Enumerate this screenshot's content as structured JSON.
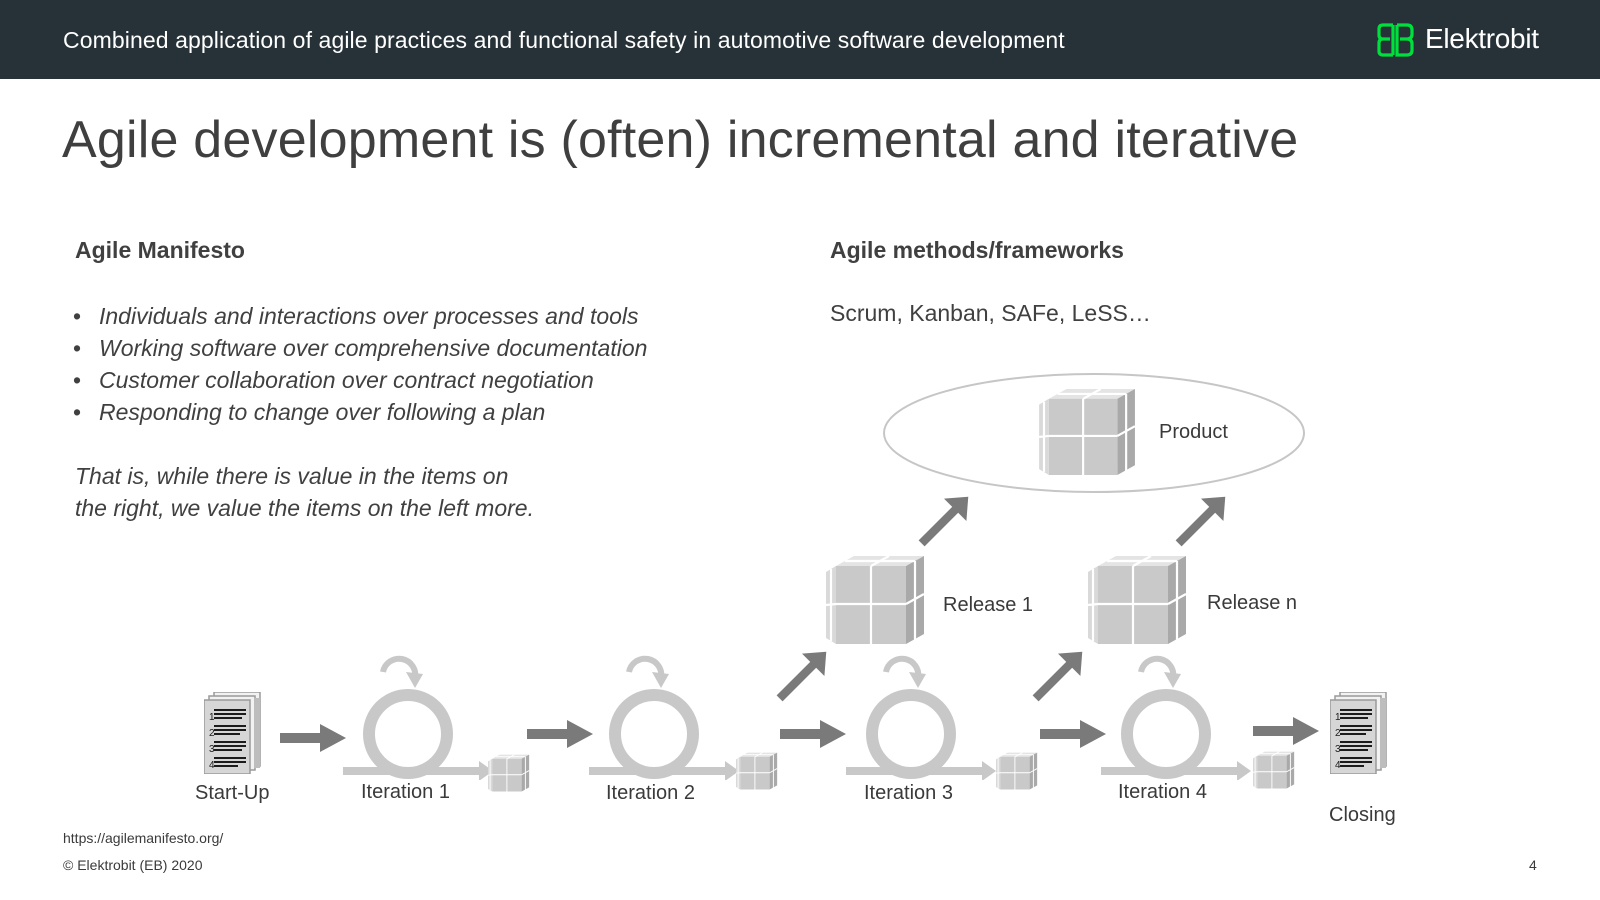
{
  "header": {
    "title": "Combined application of agile practices and functional safety in automotive software development",
    "logo_text": "Elektrobit",
    "brand_color": "#00e03c",
    "bar_color": "#263238"
  },
  "slide": {
    "title": "Agile development is (often) incremental and iterative"
  },
  "manifesto": {
    "heading": "Agile Manifesto",
    "values": [
      "Individuals and interactions over processes and tools",
      "Working software over comprehensive documentation",
      "Customer collaboration over contract negotiation",
      "Responding to change over following a plan"
    ],
    "note_line_1": "That is, while there is value in the items on",
    "note_line_2": "the right, we value the items on the left more."
  },
  "methods": {
    "heading": "Agile methods/frameworks",
    "text": "Scrum, Kanban, SAFe, LeSS…"
  },
  "diagram": {
    "product_label": "Product",
    "release_1_label": "Release 1",
    "release_n_label": "Release n",
    "start_label": "Start-Up",
    "iterations": [
      "Iteration 1",
      "Iteration 2",
      "Iteration 3",
      "Iteration 4"
    ],
    "closing_label": "Closing",
    "doc_numbers": [
      "1",
      "2",
      "3",
      "4"
    ]
  },
  "footer": {
    "source": "https://agilemanifesto.org/",
    "copyright": "© Elektrobit (EB) 2020",
    "page": "4"
  }
}
